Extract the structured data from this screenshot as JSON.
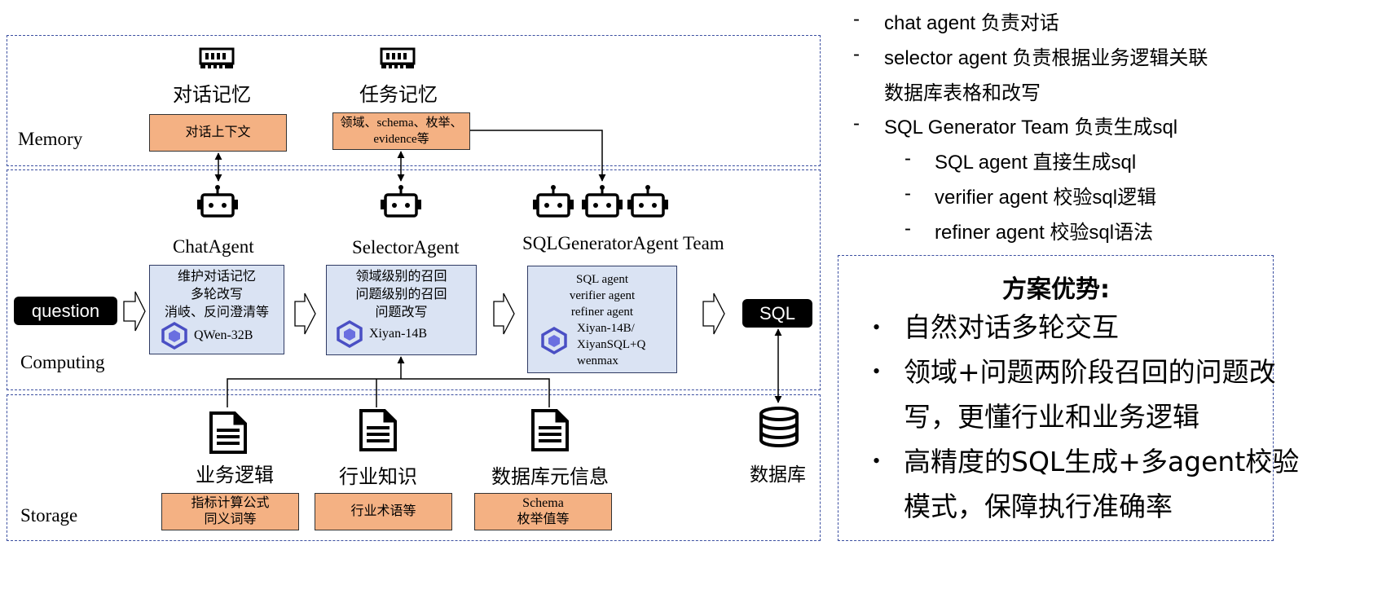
{
  "sections": {
    "memory": "Memory",
    "computing": "Computing",
    "storage": "Storage"
  },
  "memory": {
    "dialog_memory": "对话记忆",
    "task_memory": "任务记忆",
    "dialog_box": "对话上下文",
    "task_box": [
      "领域、schema、枚举、",
      "evidence等"
    ]
  },
  "agents": {
    "chat": {
      "name": "ChatAgent",
      "lines": [
        "维护对话记忆",
        "多轮改写",
        "消岐、反问澄清等"
      ],
      "model": "QWen-32B"
    },
    "selector": {
      "name": "SelectorAgent",
      "lines": [
        "领域级别的召回",
        "问题级别的召回",
        "问题改写"
      ],
      "model": "Xiyan-14B"
    },
    "sqlgen": {
      "name": "SQLGeneratorAgent Team",
      "lines": [
        "SQL  agent",
        "verifier agent",
        "refiner agent"
      ],
      "model_lines": [
        "Xiyan-14B/",
        "XiyanSQL+Q",
        "wenmax"
      ]
    }
  },
  "io": {
    "question": "question",
    "sql": "SQL"
  },
  "storage": {
    "business": "业务逻辑",
    "industry": "行业知识",
    "dbmeta": "数据库元信息",
    "database": "数据库",
    "business_box": [
      "指标计算公式",
      "同义词等"
    ],
    "industry_box": "行业术语等",
    "dbmeta_box": [
      "Schema",
      "枚举值等"
    ]
  },
  "right_list": [
    {
      "level": 0,
      "text": "chat agent 负责对话"
    },
    {
      "level": 0,
      "text": "selector agent 负责根据业务逻辑关联"
    },
    {
      "level": -1,
      "text": "数据库表格和改写"
    },
    {
      "level": 0,
      "text": "SQL Generator Team 负责生成sql"
    },
    {
      "level": 1,
      "text": "SQL agent 直接生成sql"
    },
    {
      "level": 1,
      "text": "verifier agent 校验sql逻辑"
    },
    {
      "level": 1,
      "text": "refiner agent 校验sql语法"
    }
  ],
  "bullet_dash": "-",
  "advantages": {
    "title": "方案优势:",
    "items": [
      [
        "自然对话多轮交互"
      ],
      [
        "领域+问题两阶段召回的问题改",
        "写，更懂行业和业务逻辑"
      ],
      [
        "高精度的SQL生成+多agent校验",
        "模式，保障执行准确率"
      ]
    ],
    "bullet": "•"
  },
  "colors": {
    "section_border": "#3b4fa0",
    "orange_box": "#f4b183",
    "blue_box": "#dae3f3",
    "pill": "#000000"
  }
}
